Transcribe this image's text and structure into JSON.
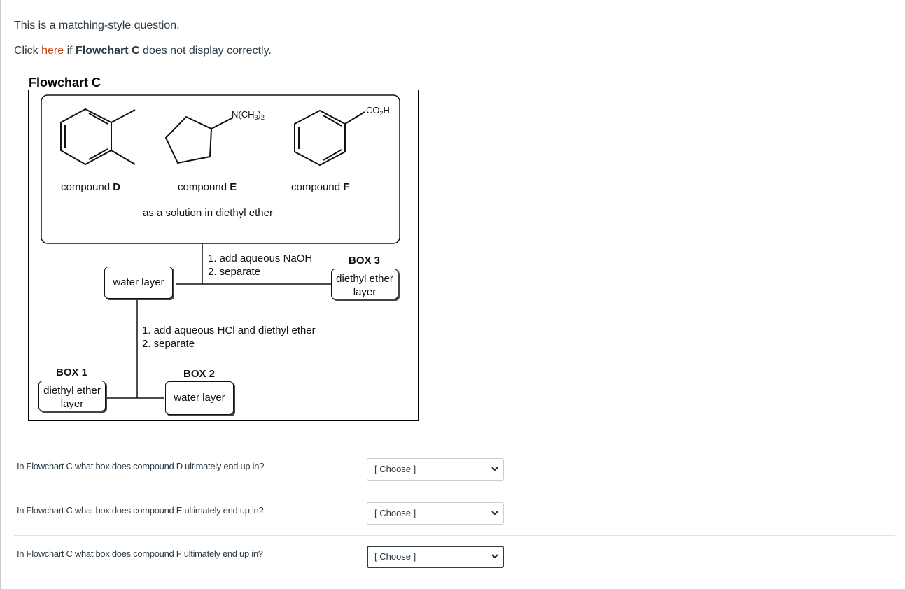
{
  "intro": {
    "text": "This is a matching-style question."
  },
  "display_note": {
    "prefix": "Click ",
    "link": "here",
    "middle": " if ",
    "bold": "Flowchart C",
    "suffix": " does not display correctly."
  },
  "flowchart": {
    "title": "Flowchart C",
    "compound_word": "compound",
    "compounds": [
      {
        "letter": "D"
      },
      {
        "letter": "E",
        "substituent_main": "N(CH",
        "substituent_sub1": "3",
        "substituent_close": ")",
        "substituent_sub2": "2"
      },
      {
        "letter": "F",
        "substituent_main": "CO",
        "substituent_sub1": "2",
        "substituent_close": "H"
      }
    ],
    "solution_note": "as a solution in diethyl ether",
    "step1": {
      "line1": "1. add aqueous NaOH",
      "line2": "2. separate"
    },
    "step2": {
      "line1": "1. add aqueous HCl and diethyl ether",
      "line2": "2. separate"
    },
    "water_layer_label": "water layer",
    "box1": {
      "title": "BOX 1",
      "line1": "diethyl ether",
      "line2": "layer"
    },
    "box2": {
      "title": "BOX 2",
      "label": "water layer"
    },
    "box3": {
      "title": "BOX 3",
      "line1": "diethyl ether",
      "line2": "layer"
    }
  },
  "questions": [
    {
      "text": "In Flowchart C what box does compound D ultimately end up in?",
      "selected": "[ Choose ]"
    },
    {
      "text": "In Flowchart C what box does compound E ultimately end up in?",
      "selected": "[ Choose ]"
    },
    {
      "text": "In Flowchart C what box does compound F ultimately end up in?",
      "selected": "[ Choose ]"
    }
  ]
}
